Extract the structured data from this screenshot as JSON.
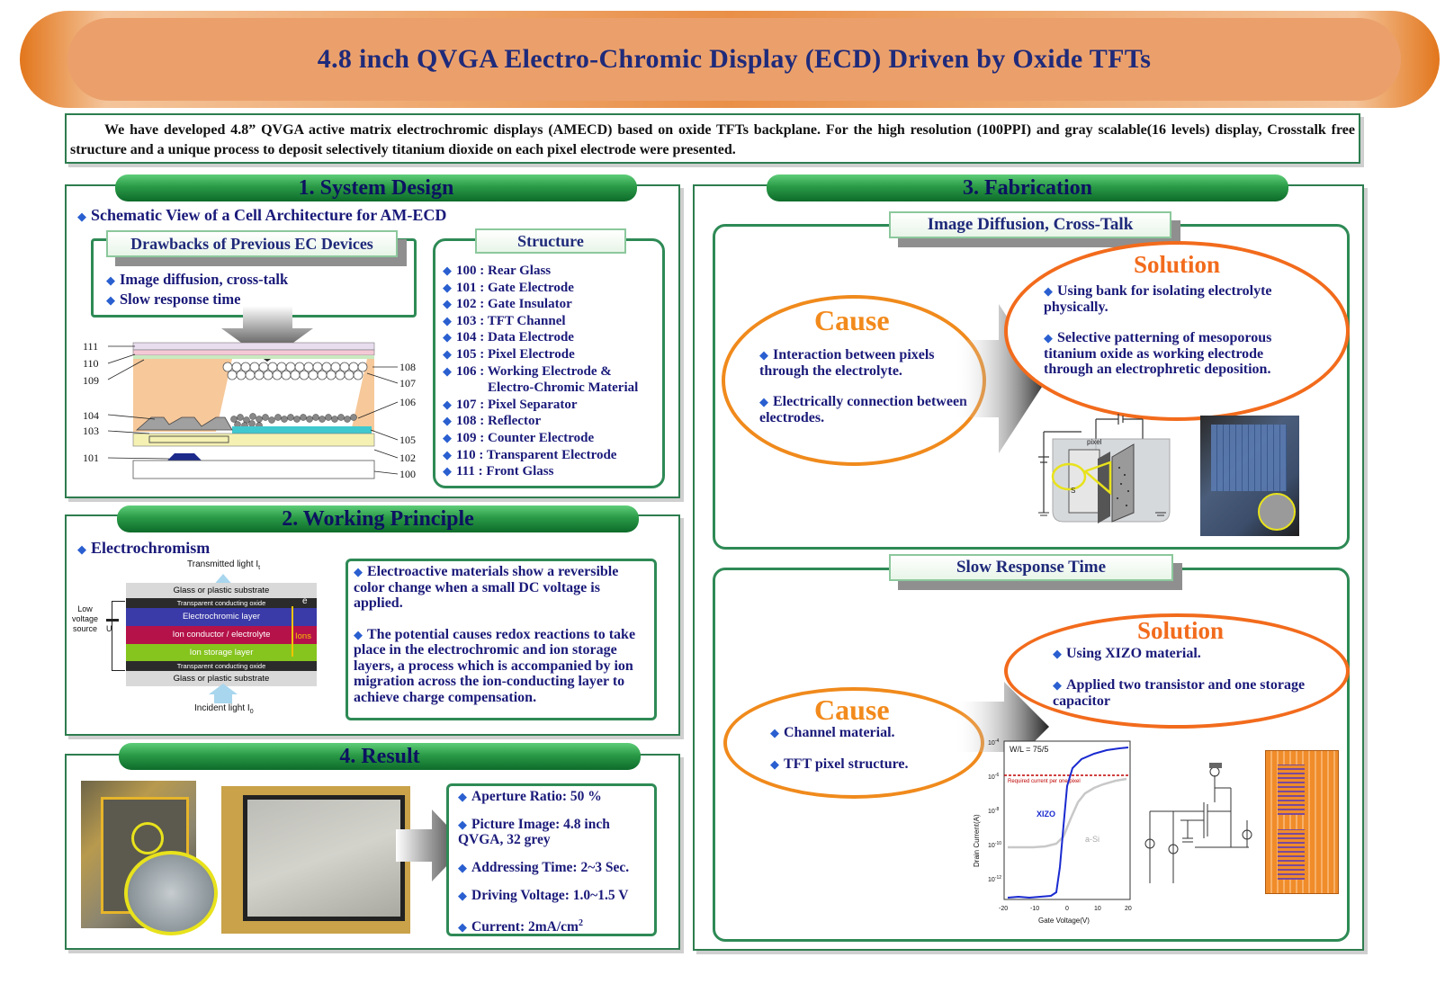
{
  "title": "4.8 inch QVGA Electro-Chromic Display (ECD) Driven by Oxide TFTs",
  "abstract": "We have developed 4.8” QVGA active matrix electrochromic displays (AMECD) based on oxide TFTs backplane. For the high resolution (100PPI) and gray scalable(16 levels) display, Crosstalk free structure and a unique process to deposit selectively titanium dioxide on each pixel electrode were presented.",
  "system_design": {
    "heading": "1. System Design",
    "schematic_title": "Schematic View of a Cell Architecture for AM-ECD",
    "drawbacks_title": "Drawbacks of Previous EC Devices",
    "drawbacks": [
      "Image diffusion, cross-talk",
      "Slow response time"
    ],
    "structure_title": "Structure",
    "structure": [
      "100 : Rear Glass",
      "101 : Gate Electrode",
      "102 : Gate Insulator",
      "103 : TFT Channel",
      "104 : Data Electrode",
      "105 : Pixel Electrode",
      "106 : Working Electrode &",
      "Electro-Chromic Material",
      "107 : Pixel Separator",
      "108 : Reflector",
      "109 : Counter Electrode",
      "110 : Transparent Electrode",
      "111 : Front Glass"
    ],
    "diagram_labels": {
      "l111": "111",
      "l110": "110",
      "l109": "109",
      "l104": "104",
      "l103": "103",
      "l101": "101",
      "r108": "108",
      "r107": "107",
      "r106": "106",
      "r105": "105",
      "r102": "102",
      "r100": "100"
    }
  },
  "working_principle": {
    "heading": "2. Working Principle",
    "subtitle": "Electrochromism",
    "diagram": {
      "transmitted": "Transmitted light I",
      "transmitted_sub": "t",
      "incident": "Incident light I",
      "incident_sub": "0",
      "voltage_line1": "Low",
      "voltage_line2": "voltage",
      "voltage_line3": "source",
      "voltage_u": "U",
      "e_label": "e",
      "ions_label": "Ions",
      "layers": [
        {
          "label": "Glass or plastic substrate",
          "color": "#d9d9d9",
          "text": "#000000"
        },
        {
          "label": "Transparent conducting oxide",
          "color": "#2b2b2b",
          "text": "#ffffff"
        },
        {
          "label": "Electrochromic layer",
          "color": "#3a3aa8",
          "text": "#ffffff"
        },
        {
          "label": "Ion conductor / electrolyte",
          "color": "#b5124a",
          "text": "#ffffff"
        },
        {
          "label": "Ion storage layer",
          "color": "#86c41e",
          "text": "#ffffff"
        },
        {
          "label": "Transparent conducting oxide",
          "color": "#2b2b2b",
          "text": "#ffffff"
        },
        {
          "label": "Glass or plastic substrate",
          "color": "#d9d9d9",
          "text": "#000000"
        }
      ]
    },
    "points": [
      "Electroactive materials show a reversible color change when a small DC voltage is applied.",
      "The potential causes redox reactions to take place in the electrochromic and ion storage layers, a process which is accompanied by ion migration across the ion-conducting layer to achieve charge compensation."
    ]
  },
  "result": {
    "heading": "4. Result",
    "points": [
      "Aperture Ratio: 50 %",
      "Picture Image: 4.8 inch QVGA, 32 grey",
      "Addressing Time: 2~3 Sec.",
      "Driving Voltage: 1.0~1.5 V",
      "Current: 2mA/cm",
      "2"
    ]
  },
  "fabrication": {
    "heading": "3. Fabrication",
    "diffusion": {
      "tag": "Image Diffusion, Cross-Talk",
      "cause_title": "Cause",
      "causes": [
        "Interaction between pixels through the electrolyte.",
        "Electrically connection between electrodes."
      ],
      "solution_title": "Solution",
      "solutions": [
        "Using bank for isolating electrolyte physically.",
        "Selective patterning of mesoporous titanium oxide as working electrode through an electrophretic deposition."
      ],
      "fig_pixel": "pixel",
      "fig_s": "S"
    },
    "response": {
      "tag": "Slow Response Time",
      "cause_title": "Cause",
      "causes": [
        "Channel material.",
        "TFT pixel structure."
      ],
      "solution_title": "Solution",
      "solutions": [
        "Using XIZO material.",
        "Applied two transistor and one storage capacitor"
      ],
      "graph": {
        "wl": "W/L = 75/5",
        "required": "Required current per one pixel",
        "xizo": "XIZO",
        "asi": "a-Si",
        "ylabel": "Drain Current(A)",
        "xlabel": "Gate Voltage(V)",
        "xticks": [
          "-20",
          "-10",
          "0",
          "10",
          "20"
        ],
        "yticks": [
          "10",
          "10",
          "10",
          "10",
          "10"
        ],
        "ytick_exp": [
          "-4",
          "-6",
          "-8",
          "-10",
          "-12"
        ]
      }
    }
  }
}
